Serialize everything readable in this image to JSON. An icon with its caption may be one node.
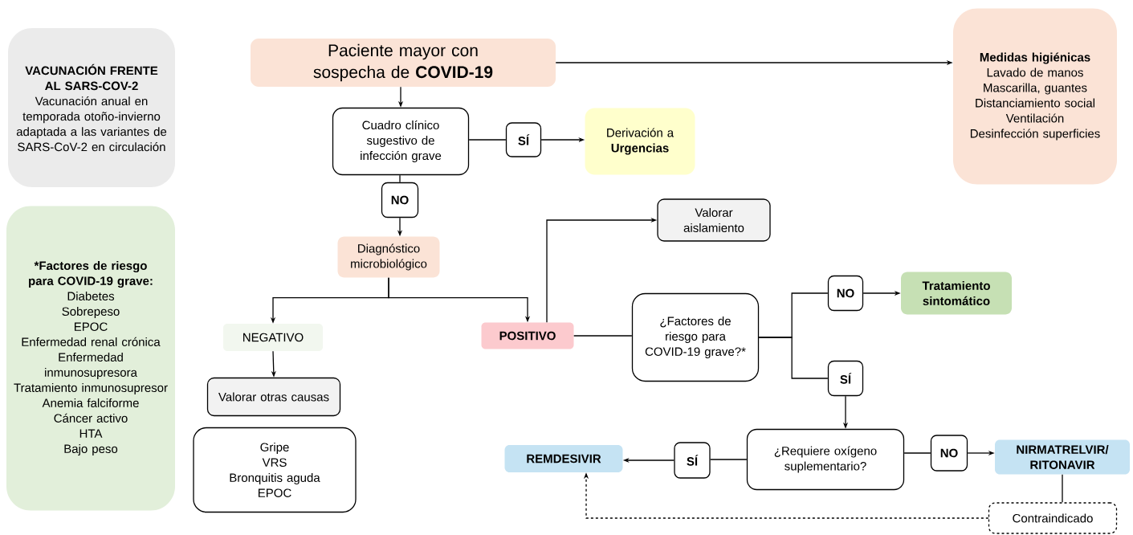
{
  "diagram": {
    "nodes": [
      {
        "text": [
          "VACUNACIÓN FRENTE AL SARS-COV-2",
          "Vacunación anual en temporada otoño-invierno adaptada a las variantes de SARS-CoV-2 en circulación"
        ]
      },
      {
        "text": [
          "*Factores de riesgo para COVID-19 grave:",
          "Diabetes",
          "Sobrepeso",
          "EPOC",
          "Enfermedad renal crónica",
          "Enfermedad inmunosupresora",
          "Tratamiento inmunosupresor",
          "Anemia falciforme",
          "Cáncer activo",
          "HTA",
          "Bajo peso"
        ]
      },
      {
        "text": [
          "Paciente mayor con sospecha de **COVID-19**"
        ]
      },
      {
        "text": [
          "Medidas higiénicas",
          "Lavado de manos",
          "Mascarilla, guantes",
          "Distanciamiento social",
          "Ventilación",
          "Desinfección superficies"
        ]
      },
      {
        "text": [
          "Cuadro clínico sugestivo de infección grave"
        ]
      },
      {
        "text": [
          "SÍ"
        ]
      },
      {
        "text": [
          "Derivación a **Urgencias**"
        ]
      },
      {
        "text": [
          "NO"
        ]
      },
      {
        "text": [
          "Diagnóstico microbiológico"
        ]
      },
      {
        "text": [
          "Valorar aislamiento"
        ]
      },
      {
        "text": [
          "NEGATIVO"
        ]
      },
      {
        "text": [
          "POSITIVO"
        ]
      },
      {
        "text": [
          "¿Factores de riesgo para COVID-19 grave?*"
        ]
      },
      {
        "text": [
          "NO"
        ]
      },
      {
        "text": [
          "Tratamiento sintomático"
        ]
      },
      {
        "text": [
          "SÍ"
        ]
      },
      {
        "text": [
          "Valorar otras causas"
        ]
      },
      {
        "text": [
          "Gripe",
          "VRS",
          "Bronquitis aguda",
          "EPOC"
        ]
      },
      {
        "text": [
          "REMDESIVIR"
        ]
      },
      {
        "text": [
          "SÍ"
        ]
      },
      {
        "text": [
          "¿Requiere oxígeno suplementario?"
        ]
      },
      {
        "text": [
          "NO"
        ]
      },
      {
        "text": [
          "NIRMATRELVIR/ RITONAVIR"
        ]
      },
      {
        "text": [
          "Contraindicado"
        ]
      }
    ],
    "edges": [
      {
        "from": 2,
        "to": 3,
        "arrow": "to"
      },
      {
        "from": 2,
        "to": 4,
        "arrow": "to"
      },
      {
        "from": 4,
        "to": 5,
        "arrow": "none"
      },
      {
        "from": 5,
        "to": 6,
        "arrow": "to"
      },
      {
        "from": 4,
        "to": 7,
        "arrow": "none"
      },
      {
        "from": 7,
        "to": 8,
        "arrow": "to"
      },
      {
        "from": 8,
        "to": 10,
        "arrow": "to"
      },
      {
        "from": 8,
        "to": 11,
        "arrow": "to"
      },
      {
        "from": 11,
        "to": 9,
        "arrow": "to"
      },
      {
        "from": 11,
        "to": 12,
        "arrow": "none"
      },
      {
        "from": 12,
        "to": 13,
        "arrow": "none"
      },
      {
        "from": 13,
        "to": 14,
        "arrow": "to"
      },
      {
        "from": 12,
        "to": 15,
        "arrow": "none"
      },
      {
        "from": 15,
        "to": 20,
        "arrow": "to"
      },
      {
        "from": 10,
        "to": 16,
        "arrow": "to"
      },
      {
        "from": 20,
        "to": 19,
        "arrow": "none"
      },
      {
        "from": 19,
        "to": 18,
        "arrow": "to"
      },
      {
        "from": 20,
        "to": 21,
        "arrow": "none"
      },
      {
        "from": 21,
        "to": 22,
        "arrow": "to"
      },
      {
        "from": 22,
        "to": 23,
        "arrow": "none"
      },
      {
        "from": 23,
        "to": 18,
        "arrow": "to",
        "style": "dashed"
      }
    ]
  }
}
